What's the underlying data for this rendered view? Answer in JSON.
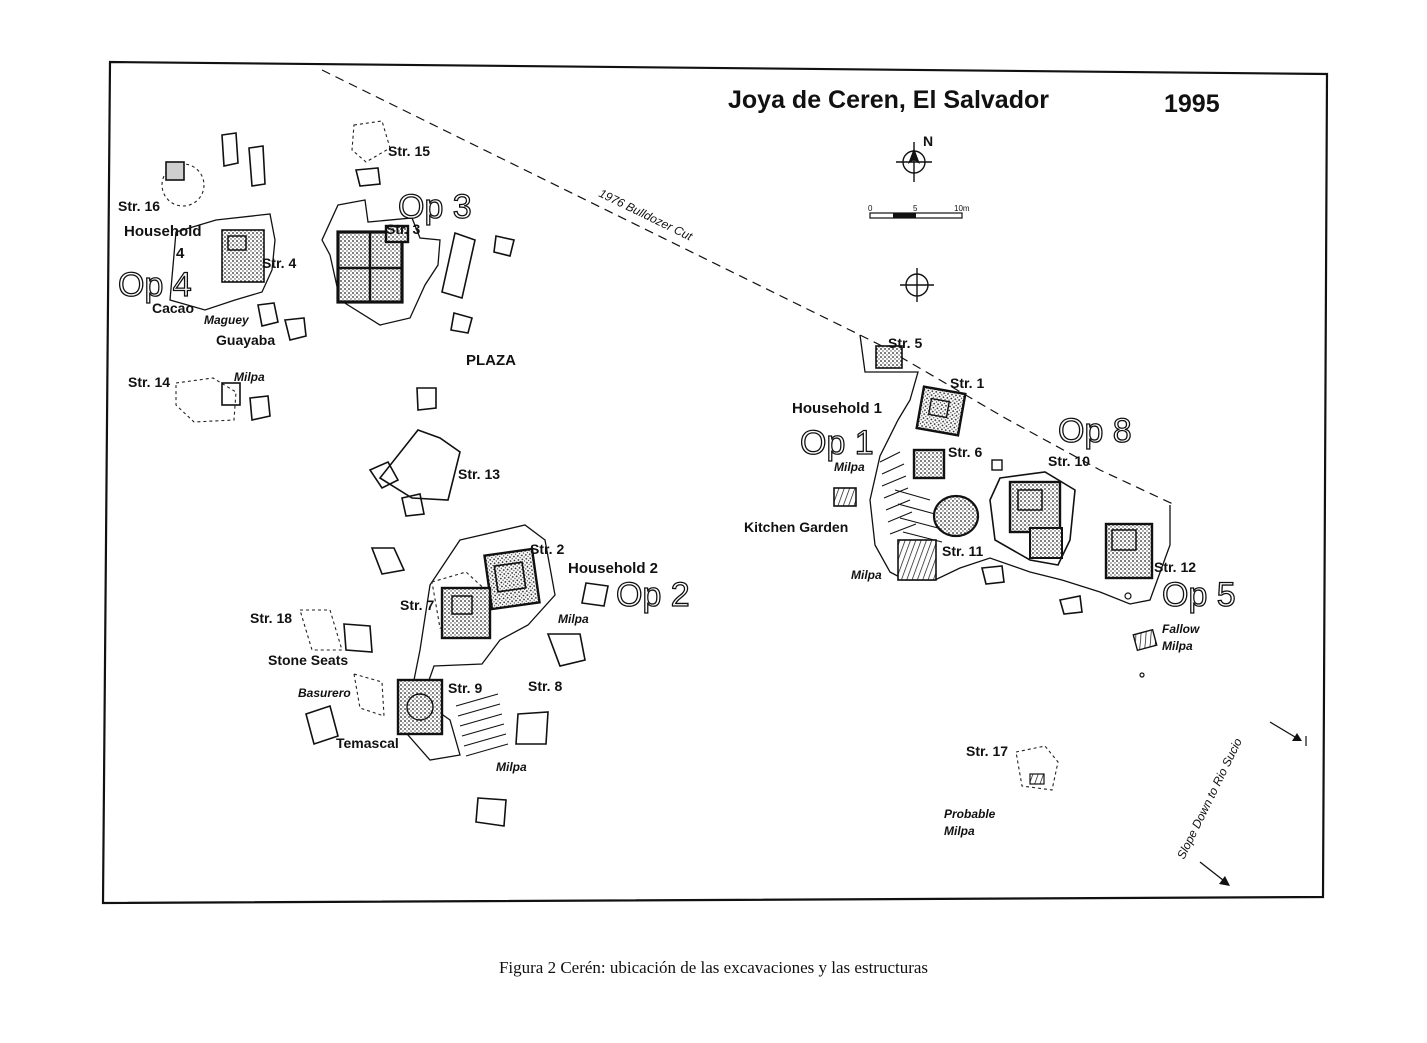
{
  "map": {
    "title": "Joya de Ceren, El Salvador",
    "year": "1995",
    "north_label": "N",
    "scale": {
      "labels": [
        "0",
        "5",
        "10m"
      ]
    },
    "bulldozer_cut": "1976 Bulldozer Cut",
    "slope_label": "Slope Down to Rio Sucio",
    "operations": [
      "Op 1",
      "Op 2",
      "Op 3",
      "Op 4",
      "Op 5",
      "Op 8"
    ],
    "structures": [
      "Str. 1",
      "Str. 2",
      "Str. 3",
      "Str. 4",
      "Str. 5",
      "Str. 6",
      "Str. 7",
      "Str. 8",
      "Str. 9",
      "Str. 10",
      "Str. 11",
      "Str. 12",
      "Str. 13",
      "Str. 14",
      "Str. 15",
      "Str. 16",
      "Str. 17",
      "Str. 18"
    ],
    "households": [
      "Household 1",
      "Household 2",
      "Household",
      "4"
    ],
    "features": {
      "plaza": "PLAZA",
      "cacao": "Cacao",
      "maguey": "Maguey",
      "guayaba": "Guayaba",
      "kitchen_garden": "Kitchen Garden",
      "stone_seats": "Stone Seats",
      "basurero": "Basurero",
      "temascal": "Temascal",
      "milpa": "Milpa",
      "fallow_milpa": [
        "Fallow",
        "Milpa"
      ],
      "probable_milpa": [
        "Probable",
        "Milpa"
      ]
    }
  },
  "caption": "Figura 2   Cerén: ubicación de las excavaciones y las estructuras"
}
